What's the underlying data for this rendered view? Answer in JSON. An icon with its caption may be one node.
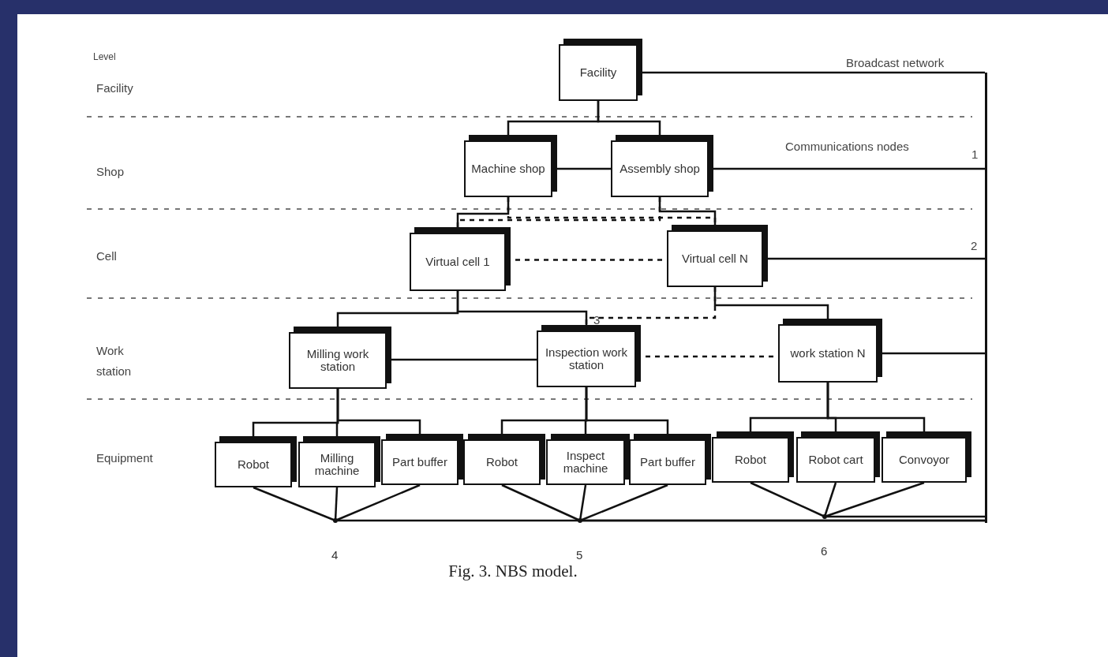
{
  "diagram": {
    "caption": "Fig. 3. NBS model.",
    "nodes": [
      {
        "text": [
          "Facility"
        ]
      },
      {
        "text": [
          "Machine shop"
        ]
      },
      {
        "text": [
          "Assembly shop"
        ]
      },
      {
        "text": [
          "Virtual cell 1"
        ]
      },
      {
        "text": [
          "Virtual cell N"
        ]
      },
      {
        "text": [
          "Milling work station"
        ]
      },
      {
        "text": [
          "Inspection work station"
        ]
      },
      {
        "text": [
          "work station N"
        ]
      },
      {
        "text": [
          "Robot"
        ]
      },
      {
        "text": [
          "Milling machine"
        ]
      },
      {
        "text": [
          "Part buffer"
        ]
      },
      {
        "text": [
          "Robot"
        ]
      },
      {
        "text": [
          "Inspect machine"
        ]
      },
      {
        "text": [
          "Part buffer"
        ]
      },
      {
        "text": [
          "Robot"
        ]
      },
      {
        "text": [
          "Robot cart"
        ]
      },
      {
        "text": [
          "Convoyor"
        ]
      },
      {
        "text": [],
        "shape": "point",
        "beside": [
          "4"
        ]
      },
      {
        "text": [],
        "shape": "point",
        "beside": [
          "5"
        ]
      },
      {
        "text": [],
        "shape": "point",
        "beside": [
          "6"
        ]
      },
      {
        "text": [],
        "shape": "bar"
      }
    ],
    "edges": [
      {
        "from": 0,
        "to": 1,
        "arrow": "none"
      },
      {
        "from": 0,
        "to": 2,
        "arrow": "none"
      },
      {
        "from": 1,
        "to": 2,
        "arrow": "none"
      },
      {
        "from": 1,
        "to": 3,
        "arrow": "none"
      },
      {
        "from": 2,
        "to": 4,
        "arrow": "none"
      },
      {
        "from": 1,
        "to": 4,
        "arrow": "none",
        "style": "dashed"
      },
      {
        "from": 2,
        "to": 3,
        "arrow": "none",
        "style": "dashed"
      },
      {
        "from": 3,
        "to": 4,
        "arrow": "none",
        "style": "dashed"
      },
      {
        "from": 3,
        "to": 5,
        "arrow": "none"
      },
      {
        "from": 3,
        "to": 6,
        "arrow": "none"
      },
      {
        "from": 4,
        "to": 7,
        "arrow": "none"
      },
      {
        "from": 4,
        "to": 6,
        "arrow": "none",
        "style": "dashed"
      },
      {
        "from": 5,
        "to": 6,
        "arrow": "none"
      },
      {
        "from": 6,
        "to": 7,
        "arrow": "none",
        "style": "dashed"
      },
      {
        "from": 5,
        "to": 8,
        "arrow": "none"
      },
      {
        "from": 5,
        "to": 9,
        "arrow": "none"
      },
      {
        "from": 5,
        "to": 10,
        "arrow": "none"
      },
      {
        "from": 6,
        "to": 11,
        "arrow": "none"
      },
      {
        "from": 6,
        "to": 12,
        "arrow": "none"
      },
      {
        "from": 6,
        "to": 13,
        "arrow": "none"
      },
      {
        "from": 7,
        "to": 14,
        "arrow": "none"
      },
      {
        "from": 7,
        "to": 15,
        "arrow": "none"
      },
      {
        "from": 7,
        "to": 16,
        "arrow": "none"
      },
      {
        "from": 8,
        "to": 17,
        "arrow": "none"
      },
      {
        "from": 9,
        "to": 17,
        "arrow": "none"
      },
      {
        "from": 10,
        "to": 17,
        "arrow": "none"
      },
      {
        "from": 11,
        "to": 18,
        "arrow": "none"
      },
      {
        "from": 12,
        "to": 18,
        "arrow": "none"
      },
      {
        "from": 13,
        "to": 18,
        "arrow": "none"
      },
      {
        "from": 14,
        "to": 19,
        "arrow": "none"
      },
      {
        "from": 15,
        "to": 19,
        "arrow": "none"
      },
      {
        "from": 16,
        "to": 19,
        "arrow": "none"
      },
      {
        "from": 0,
        "to": 20,
        "arrow": "none"
      },
      {
        "from": 2,
        "to": 20,
        "arrow": "none"
      },
      {
        "from": 4,
        "to": 20,
        "arrow": "none"
      },
      {
        "from": 7,
        "to": 20,
        "arrow": "none"
      },
      {
        "from": 17,
        "to": 20,
        "arrow": "none"
      },
      {
        "from": 18,
        "to": 20,
        "arrow": "none"
      },
      {
        "from": 19,
        "to": 20,
        "arrow": "none"
      }
    ],
    "labels": [
      "Level",
      "Facility",
      "Broadcast network",
      "Shop",
      "Communications nodes",
      "1",
      "Cell",
      "2",
      "3",
      "Work station",
      "Equipment"
    ]
  }
}
